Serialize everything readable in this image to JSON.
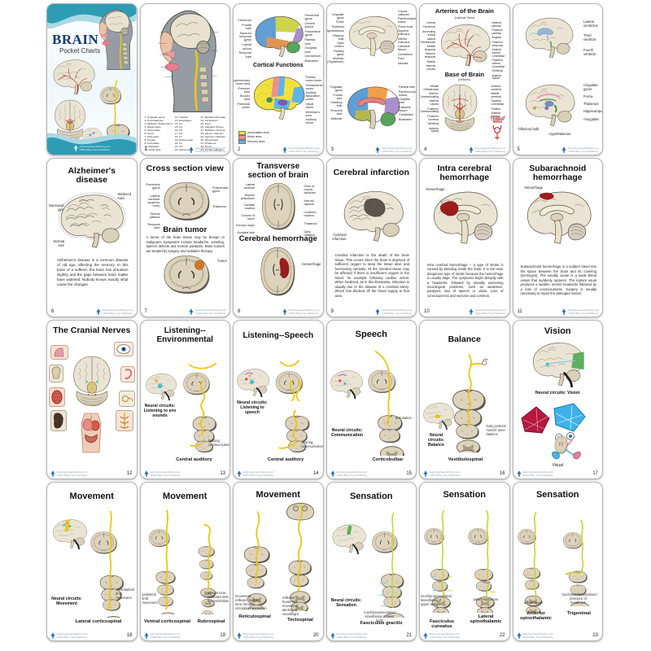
{
  "brand": {
    "site": "www.bluetreepublishing.com",
    "copyright": "©2010 Blue Tree Publishing"
  },
  "colors": {
    "cover_teal": "#2e9cb5",
    "cover_navy": "#173a72",
    "pathway_yellow": "#e9c713",
    "sensory_yellow_green": "#ccd23b",
    "artery_red": "#a81e1e",
    "hemorrhage_red": "#9e1c1c",
    "association_area": "#f2e13c",
    "motor_area": "#ef8f8f",
    "sensory_area": "#5fb4e8"
  },
  "c01": {
    "title": "BRAIN",
    "subtitle": "Pocket Charts"
  },
  "c02": {
    "page": "1",
    "legend_col1": [
      "1. Cingulate gyrus",
      "2. Hypothalamus",
      "3. Midbrain (Tegmentum)",
      "4. Nasal cavity",
      "5. Hard palate",
      "6. Teeth",
      "7. Oral cavity",
      "8. Tongue",
      "9. Soft palate",
      "10. Epiglottis",
      "11. Vocal folds"
    ],
    "legend_col2": [
      "12. Trachea",
      "13. Esophagus",
      "14. C3",
      "15. C4",
      "16. C5",
      "17. C6",
      "18. C7",
      "19. Spinal canal",
      "20. C1",
      "21. C2",
      "22. Spinal cord"
    ],
    "legend_col3": [
      "23. Medulla oblongata",
      "24. Cerebellum",
      "25. Pons",
      "26. Calcarine fissure",
      "27. Midbrain (Tectum)",
      "28. Inferior colliculus",
      "29. Superior colliculus",
      "30. Pineal body",
      "31. Thalamus",
      "32. Fornix",
      "33. Corpus callosum"
    ]
  },
  "c03": {
    "page": "2",
    "section2": "Cortical Functions",
    "labels_top_left": [
      "Cerebrum",
      "Frontal lobe",
      "Superior temporal gyrus",
      "Lateral sulcus",
      "Temporal lobe"
    ],
    "labels_top_right": [
      "Precentral gyrus",
      "Central sulcus",
      "Postcentral gyrus",
      "Parietal lobe",
      "Occipital lobe",
      "Cerebellum",
      "Brainstem"
    ],
    "labels_fn_left": [
      "Supplementary motor area",
      "Premotor area",
      "Broca's area",
      "Prefrontal cortex"
    ],
    "labels_fn_right": [
      "Primary motor cortex",
      "Somatosensory cortex",
      "Auditory association cortex",
      "Visual cortex",
      "Wernicke's area",
      "Auditory cortex"
    ],
    "legend": [
      "Association area",
      "Motor area",
      "Sensory area"
    ]
  },
  "c04": {
    "page": "3",
    "labels_top_left": [
      "Cingulate gyrus",
      "Fornix",
      "Thalamus",
      "Hypothalamus",
      "Olfactory bulb",
      "Optic chiasm",
      "Pituitary gland",
      "Midbrain (Tegmentum)"
    ],
    "labels_top_right": [
      "Corpus callosum",
      "Parietooccipital sulcus",
      "Pineal body",
      "Superior colliculus",
      "Inferior colliculus",
      "Calcarine fissure",
      "Cerebellum",
      "Pons",
      "Medulla"
    ],
    "labels_bot_left": [
      "Cingulate gyrus",
      "Frontal lobe",
      "Olfactory bulb",
      "Temporal lobe",
      "Midbrain"
    ],
    "labels_bot_right": [
      "Parietal lobe",
      "Parietooccipital sulcus",
      "Occipital lobe",
      "Calcarine fissure",
      "Cerebellum",
      "Brainstem"
    ]
  },
  "c05": {
    "page": "4",
    "title": "Arteries of the Brain",
    "subtitle": "(Lateral View)",
    "section2": "Base of Brain",
    "subtitle2": "(Vessels)",
    "circle_label": "Circle of Willis",
    "labels_top_left": [
      "Central",
      "Precentral",
      "Ascending frontal",
      "Lateral Orbitofrontal",
      "Middle temporal",
      "Anterior temporal",
      "Basilar",
      "Internal Carotid"
    ],
    "labels_top_right": [
      "Anterior parietal",
      "Posterior parietal",
      "Angular",
      "Posterior temporal",
      "Anterior Inferior Cerebellar",
      "Posterior Inferior Cerebellar",
      "Vertebral",
      "Anterior Spinal"
    ],
    "labels_bot_left": [
      "Medial Orbitofrontal",
      "Anterior Communicating",
      "Internal Carotid",
      "Posterior Communicating",
      "Posterior Cerebral",
      "Vertebral",
      "Anterior Spinal"
    ],
    "labels_bot_right": [
      "Anterior cerebral",
      "Middle cerebral",
      "Superior Cerebellar",
      "Pontine",
      "Anterior Inferior Cerebellar"
    ]
  },
  "c06": {
    "page": "5",
    "labels_top": [
      "Lateral ventricles",
      "Third ventricle",
      "Fourth ventricle"
    ],
    "labels_bot": [
      "Cingulate gyrus",
      "Fornix",
      "Thalamus",
      "Hippocampus",
      "Amygdala"
    ],
    "label_olf": "Olfactory bulb",
    "label_hyp": "Hypothalamus"
  },
  "c07": {
    "page": "6",
    "title": "Alzheimer's disease",
    "label_sulci": "Widened sulci",
    "label_gyri": "Narrowed gyri",
    "label_normal": "Normal size",
    "body": "Alzheimer's disease is a common disease of old age, affecting the memory. In this brain of a sufferer, the brain has shrunken slightly and the gaps between brain matter have widened. Nobody knows exactly what cause the changes."
  },
  "c08": {
    "page": "7",
    "title": "Cross section view",
    "section2": "Brain tumor",
    "labels_left": [
      "Precentral gyrus",
      "Lateral ventricle (superior horn)",
      "Globus pallidus",
      "Temporal lobe"
    ],
    "labels_right": [
      "Postcentral gyrus",
      "Thalamus"
    ],
    "tumor_label": "Tumor",
    "body": "A tumor of the brain tissue may be benign or malignant. Symptoms include headache, vomiting, speech defects and muscle paralysis. Brain tumors are treated by surgery and radiation therapy."
  },
  "c09": {
    "page": "8",
    "title": "Transverse section of brain",
    "section2": "Cerebral hemorrhage",
    "labels_left": [
      "Lateral ventricle",
      "Septum pellucidum",
      "Caudate nucleus",
      "Column of fornix",
      "Forceps major",
      "Occipital lobe"
    ],
    "labels_right": [
      "Genu of corpus callosum",
      "Internal capsule",
      "Lentiform nucleus",
      "Thalamus",
      "Optic radiation"
    ],
    "hem_label": "Hemorrhage"
  },
  "c10": {
    "page": "9",
    "title": "Cerebral infarction",
    "label": "Cerebral infarction",
    "body": "Cerebral infarction is the death of the brain tissue. This occurs when the brain is deprived of sufficient oxygen to keep the tissue alive and functioning normally. All the cerebral tissue may be affected if there is insufficient oxygen in the blood, for example following cardiac arrest. When localized, as in this illustration, infarction is usually due to the disease of a cerebral artery. Which has blocked off the blood supply to that area."
  },
  "c11": {
    "page": "10",
    "title": "Intra cerebral hemorrhage",
    "label": "hemorrhage",
    "body": "Intra cerebral hemorrhage -- a type of stroke is caused by bleeding inside the brain. It is the most dangerous type of stroke because the hemorrhage is usually large. The symptoms begin abruptly with a headache, followed by steadily worsening neurological problems, such as weakness, paralysis, loss of speech or vision. Loss of consciousness and seizures and common."
  },
  "c12": {
    "page": "11",
    "title": "Subarachnoid hemorrhage",
    "label": "hemorrhage",
    "body": "Subarachnoid hemorrhage is a sudden bleed into the space between the brain and its covering (meninges). The usually cause is a weak blood vessel that suddenly ruptures. The rupture usual produces a sudden, severe headache followed by a loss of consciousness. Surgery is usually necessary to repair the damaged vessel."
  },
  "c13": {
    "page": "12",
    "title": "The Cranial Nerves"
  },
  "c14": {
    "page": "13",
    "title": "Listening-- Environmental",
    "title_line1": "Listening--",
    "title_line2": "Environmental",
    "circuit": "Neural circuits: Listening to env sounds",
    "pathway": "Central auditory",
    "note": "hearing; communication"
  },
  "c15": {
    "page": "14",
    "title": "Listening--Speech",
    "circuit": "Neural circuits: Listening to speech",
    "pathway": "Central auditory",
    "note": "hearing; communication"
  },
  "c16": {
    "page": "15",
    "title": "Speech",
    "circuit": "Neural circuits: Communication",
    "pathway": "Corticobulbar",
    "note": "articulation"
  },
  "c17": {
    "page": "16",
    "title": "Balance",
    "circuit": "Neural circuits: Balance",
    "pathway": "Vestibulospinal",
    "note": "body posture/ muscle tone/ balance"
  },
  "c18": {
    "page": "17",
    "title": "Vision",
    "circuit": "Neural circuits:  Vision",
    "caption": "Visual"
  },
  "c19": {
    "page": "18",
    "title": "Movement",
    "circuit": "Neural circuits: Movement",
    "pathway": "Lateral corticospinal",
    "note": "contralateral limb movement"
  },
  "c20": {
    "page": "19",
    "title": "Movement",
    "left_note": "ipsilateral limb movement",
    "left_pathway": "Ventral corticospinal",
    "right_note": "muscle tone; facilitates limb flexors/inhibits",
    "right_pathway": "Rubrospinal"
  },
  "c21": {
    "page": "20",
    "title": "Movement",
    "left_note": "movement; reflexes; muscle tone; blood circulation/respiration",
    "left_pathway": "Reticulospinal",
    "right_note": "reflexive head/neck movement; alerting to sound/light",
    "right_pathway": "Tectospinal"
  },
  "c22": {
    "page": "21",
    "title": "Sensation",
    "circuit": "Neural circuits: Sensation",
    "note": "touch/proprioception/ kinesthesia of lower body",
    "pathway": "Fasciculus gracilis"
  },
  "c23": {
    "page": "22",
    "title": "Sensation",
    "left_note": "touch/proprioception/ kinesthesia of upper body",
    "left_pathway": "Fasciculus cuneatus",
    "right_note": "pain/temperature",
    "right_pathway": "Lateral spinothalamic"
  },
  "c24": {
    "page": "23",
    "title": "Sensation",
    "left_note": "diffuse touch",
    "left_pathway": "Anterior spinothalamic",
    "right_note": "touch/pain/temperature/ pressure of head/neck",
    "right_pathway": "Trigeminal"
  }
}
